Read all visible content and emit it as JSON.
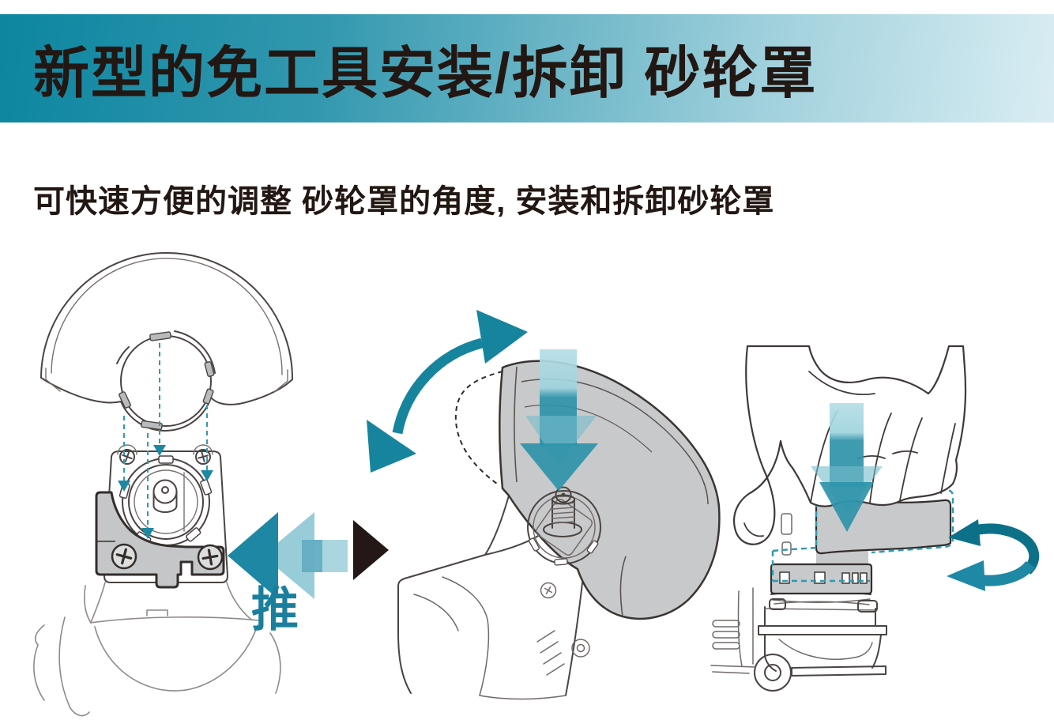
{
  "banner": {
    "title": "新型的免工具安装/拆卸 砂轮罩",
    "bg_gradient": [
      "#0d86a0",
      "#3197ae",
      "#9fd0dc",
      "#d9edf3"
    ],
    "text_color": "#221713"
  },
  "subtitle": {
    "text": "可快速方便的调整 砂轮罩的角度, 安装和拆卸砂轮罩"
  },
  "annotations": {
    "push_label": "推",
    "push_label_color": "#1a7f9c"
  },
  "colors": {
    "teal_solid": "#2e93a9",
    "teal_dark": "#0d7089",
    "teal_light": "#9ccfdb",
    "dashed_guide": "#2f9ab3",
    "gray_fill": "#c8c9ca",
    "outline": "#4a4442",
    "ink_black": "#231815"
  },
  "figures": [
    {
      "name": "guard-alignment-top-view"
    },
    {
      "name": "guard-tilt-install"
    },
    {
      "name": "hand-press-and-rotate"
    }
  ]
}
